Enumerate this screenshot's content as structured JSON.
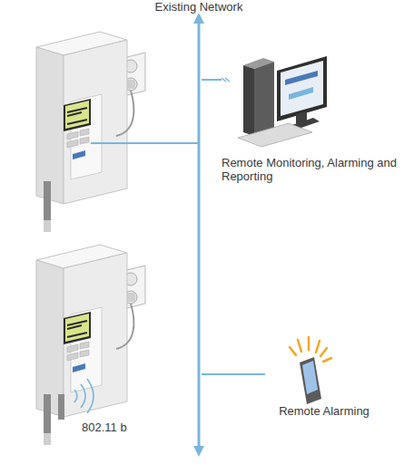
{
  "diagram": {
    "nodes": [
      {
        "text": [
          "Existing Network"
        ]
      },
      {
        "text": [
          "Remote Monitoring, Alarming and Reporting"
        ]
      },
      {
        "text": [
          "Remote Alarming"
        ]
      },
      {
        "text": [
          "802.11 b"
        ]
      }
    ],
    "edges": [
      {
        "from": 0,
        "to": 1,
        "arrow": "none"
      },
      {
        "from": 0,
        "to": 2,
        "arrow": "none"
      }
    ]
  }
}
